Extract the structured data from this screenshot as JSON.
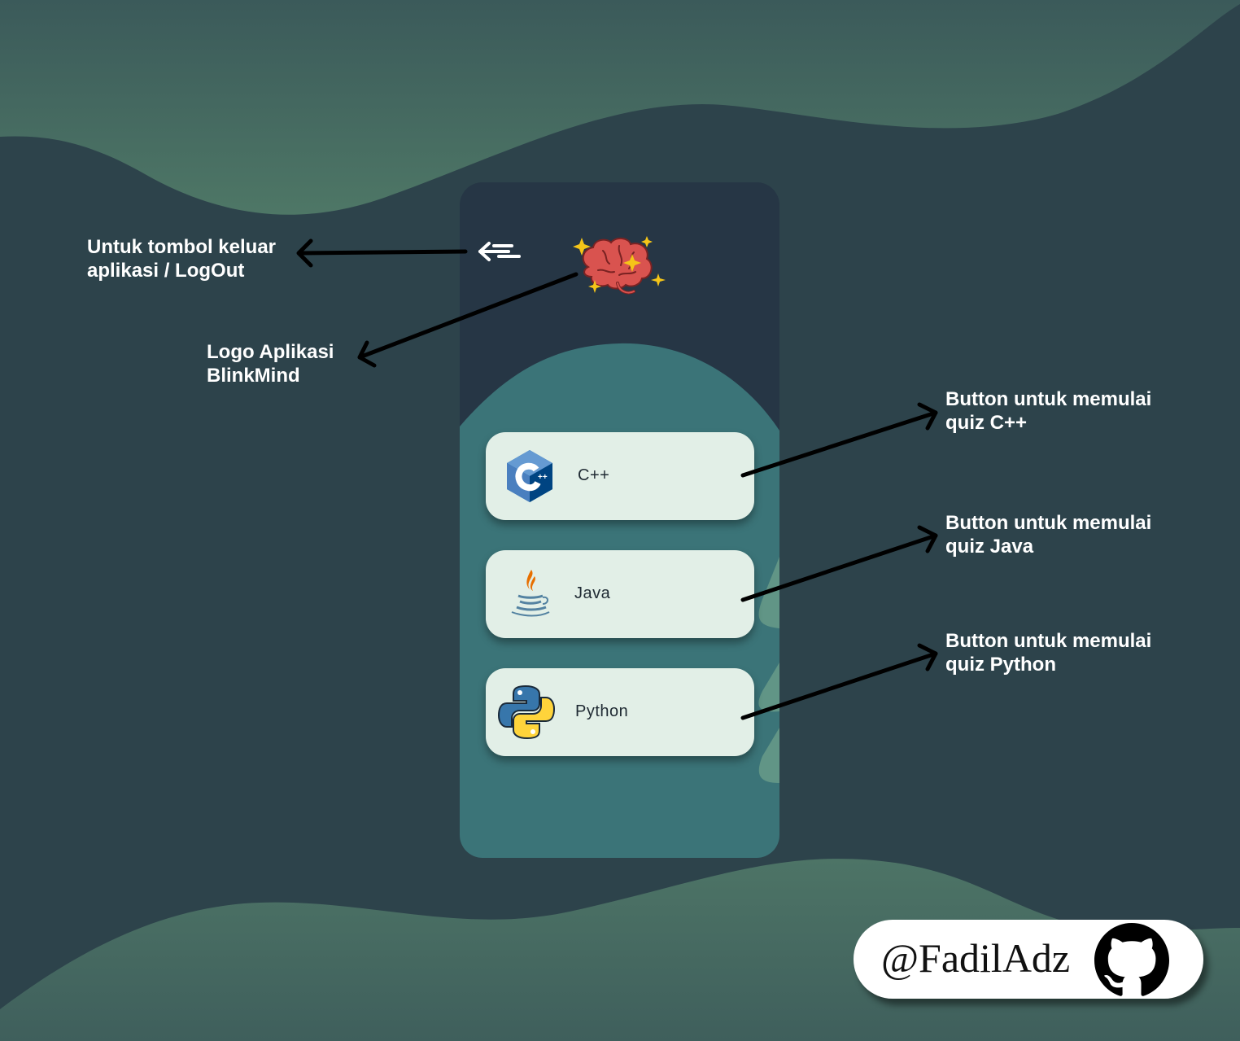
{
  "phone": {
    "logout_icon": "logout-arrow-icon",
    "logo_icon": "brain-sparkles-icon",
    "buttons": [
      {
        "label": "C++",
        "icon": "cpp-logo-icon"
      },
      {
        "label": "Java",
        "icon": "java-logo-icon"
      },
      {
        "label": "Python",
        "icon": "python-logo-icon"
      }
    ]
  },
  "annotations": {
    "logout": {
      "line1": "Untuk tombol keluar",
      "line2": "aplikasi / LogOut"
    },
    "logo": {
      "line1": "Logo Aplikasi",
      "line2": "BlinkMind"
    },
    "cpp": {
      "line1": "Button untuk memulai",
      "line2": "quiz C++"
    },
    "java": {
      "line1": "Button untuk memulai",
      "line2": "quiz Java"
    },
    "python": {
      "line1": "Button untuk memulai",
      "line2": "quiz Python"
    }
  },
  "credit": {
    "handle": "@FadilAdz",
    "icon": "github-icon"
  },
  "colors": {
    "background": "#2d434b",
    "wave": "#4c7466",
    "phone_top": "#263645",
    "phone_bottom": "#3b7478",
    "button": "#e2efe7"
  }
}
